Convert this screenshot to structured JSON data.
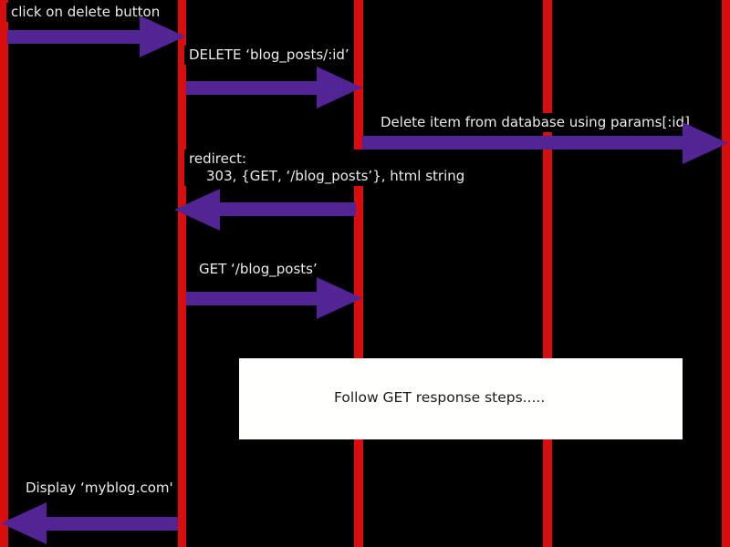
{
  "diagram": {
    "type": "sequence-diagram",
    "background_color": "#000000",
    "lifeline_color": "#d90d0d",
    "arrow_color": "#522494",
    "lifeline_count": 5,
    "messages": [
      {
        "label": "click on delete button",
        "direction": "right",
        "from_lifeline": 1,
        "to_lifeline": 2
      },
      {
        "label": "DELETE ‘blog_posts/:id’",
        "direction": "right",
        "from_lifeline": 2,
        "to_lifeline": 3
      },
      {
        "label": "Delete item from database using params[:id]",
        "direction": "right",
        "from_lifeline": 3,
        "to_lifeline": 5
      },
      {
        "label_lines": [
          "redirect:",
          "303, {GET,  ‘/blog_posts’}, html string"
        ],
        "direction": "left",
        "from_lifeline": 3,
        "to_lifeline": 2
      },
      {
        "label": "GET  ‘/blog_posts’",
        "direction": "right",
        "from_lifeline": 2,
        "to_lifeline": 3
      },
      {
        "label": "Display ‘myblog.com'",
        "direction": "left",
        "from_lifeline": 2,
        "to_lifeline": 1
      }
    ],
    "note": {
      "text": "Follow GET response steps....."
    }
  }
}
